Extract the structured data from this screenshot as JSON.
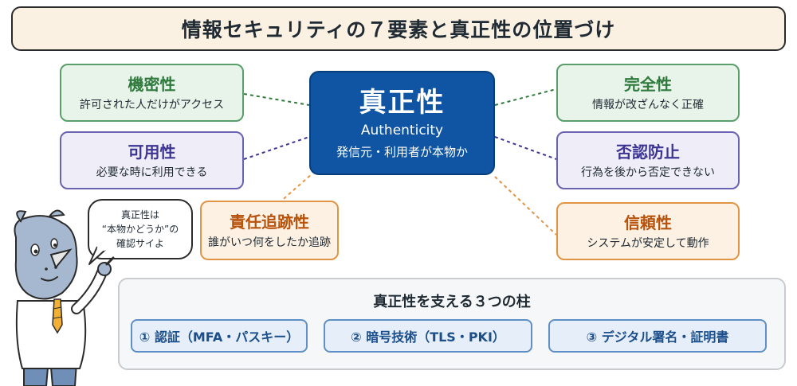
{
  "title": "情報セキュリティの７要素と真正性の位置づけ",
  "center": {
    "name": "真正性",
    "english": "Authenticity",
    "description": "発信元・利用者が本物か"
  },
  "elements": {
    "confidentiality": {
      "name": "機密性",
      "description": "許可された人だけがアクセス"
    },
    "availability": {
      "name": "可用性",
      "description": "必要な時に利用できる"
    },
    "accountability": {
      "name": "責任追跡性",
      "description": "誰がいつ何をしたか追跡"
    },
    "integrity": {
      "name": "完全性",
      "description": "情報が改ざんなく正確"
    },
    "non_repudiation": {
      "name": "否認防止",
      "description": "行為を後から否定できない"
    },
    "reliability": {
      "name": "信頼性",
      "description": "システムが安定して動作"
    }
  },
  "speech_bubble": {
    "line1": "真正性は",
    "line2": "“本物かどうか”の",
    "line3": "確認サイよ"
  },
  "pillars": {
    "title": "真正性を支える３つの柱",
    "items": [
      "① 認証（MFA・パスキー）",
      "② 暗号技術（TLS・PKI）",
      "③ デジタル署名・証明書"
    ]
  },
  "colors": {
    "center": "#0f55a3",
    "green": "#5a9e6a",
    "purple": "#6a63b2",
    "orange": "#e29445",
    "pillar": "#5f8fc4"
  },
  "icons": {
    "mascot": "rhino-mascot-pointing"
  }
}
